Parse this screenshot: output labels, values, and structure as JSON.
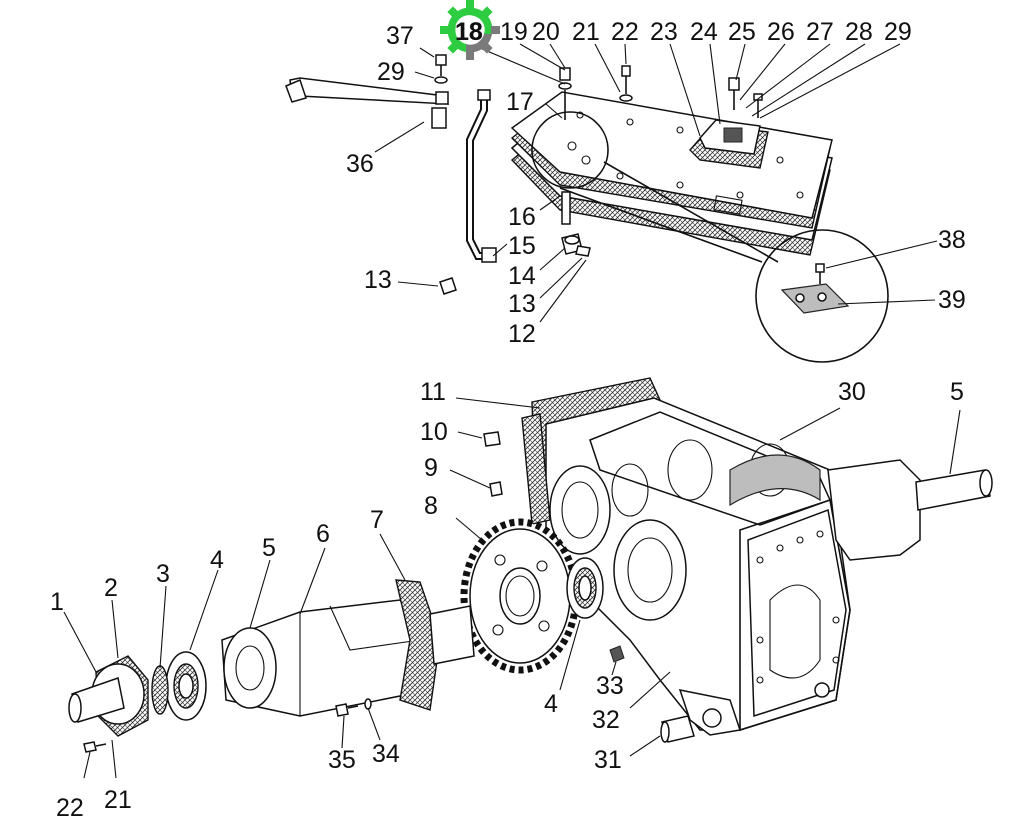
{
  "labels": {
    "l1": "1",
    "l2": "2",
    "l3": "3",
    "l4a": "4",
    "l4b": "4",
    "l5a": "5",
    "l5b": "5",
    "l6": "6",
    "l7": "7",
    "l8": "8",
    "l9": "9",
    "l10": "10",
    "l11": "11",
    "l12": "12",
    "l13a": "13",
    "l13b": "13",
    "l14": "14",
    "l15": "15",
    "l16": "16",
    "l17": "17",
    "l18": "18",
    "l19": "19",
    "l20": "20",
    "l21a": "21",
    "l21b": "21",
    "l22a": "22",
    "l22b": "22",
    "l23": "23",
    "l24": "24",
    "l25": "25",
    "l26": "26",
    "l27": "27",
    "l28": "28",
    "l29a": "29",
    "l29b": "29",
    "l30": "30",
    "l31": "31",
    "l32": "32",
    "l33": "33",
    "l34": "34",
    "l35": "35",
    "l36": "36",
    "l37": "37",
    "l38": "38",
    "l39": "39"
  },
  "colors": {
    "logo_green": "#2ecc40",
    "logo_gray": "#7a7a7a",
    "line": "#111111"
  },
  "icons": {
    "logo": "gear-logo-icon"
  }
}
